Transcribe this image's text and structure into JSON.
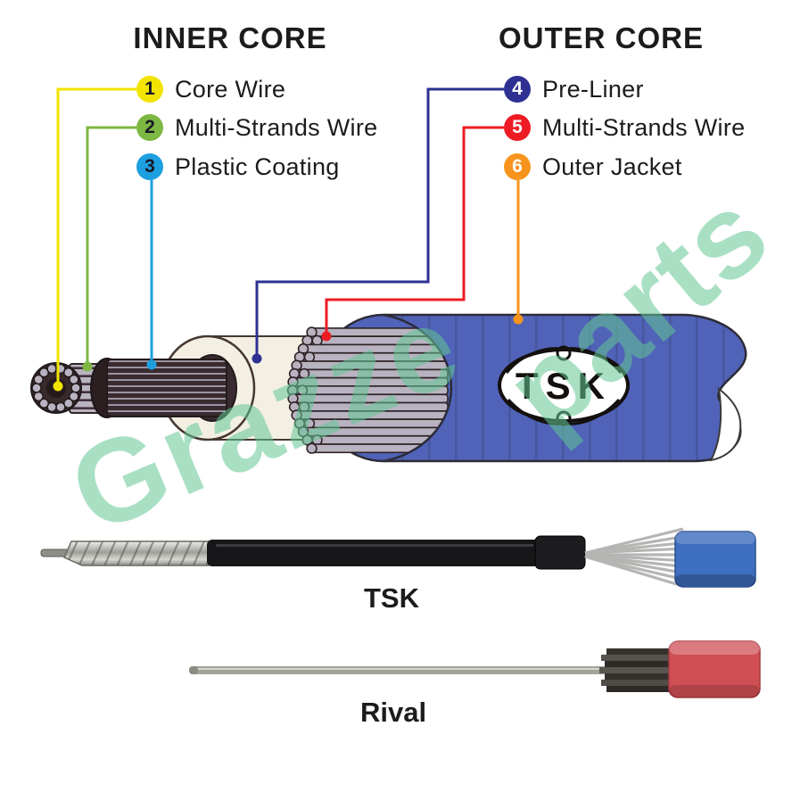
{
  "legend": {
    "inner": {
      "title": "INNER CORE",
      "items": [
        {
          "num": "1",
          "label": "Core Wire",
          "color": "#f2e400"
        },
        {
          "num": "2",
          "label": "Multi-Strands Wire",
          "color": "#7db843"
        },
        {
          "num": "3",
          "label": "Plastic Coating",
          "color": "#1d9fe0"
        }
      ]
    },
    "outer": {
      "title": "OUTER CORE",
      "items": [
        {
          "num": "4",
          "label": "Pre-Liner",
          "color": "#2e3192"
        },
        {
          "num": "5",
          "label": "Multi-Strands Wire",
          "color": "#ed1c24"
        },
        {
          "num": "6",
          "label": "Outer Jacket",
          "color": "#f7941d"
        }
      ]
    }
  },
  "diagram": {
    "logo_text": "TSK",
    "jacket_color": "#5063b8",
    "preliner_color": "#f3f0e3",
    "strand_color": "#b9b3c1"
  },
  "photos": {
    "top_label": "TSK",
    "top_cap_color": "#3f6fc0",
    "bottom_label": "Rival",
    "bottom_cap_color": "#cf4f55"
  },
  "watermark": {
    "word1": "Grazze",
    "word2": "parts",
    "color": "#63c794"
  }
}
